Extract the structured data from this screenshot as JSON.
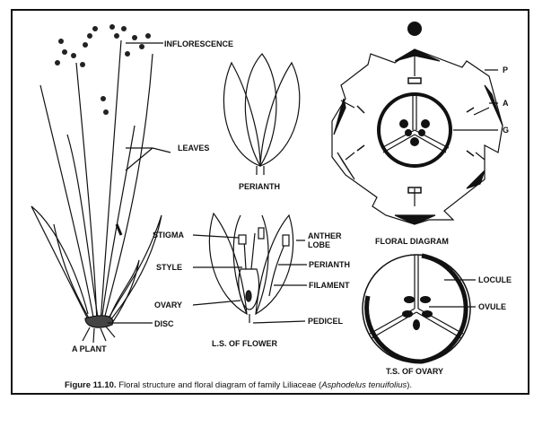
{
  "plant": {
    "inflorescence": "INFLORESCENCE",
    "leaves": "LEAVES",
    "disc": "DISC",
    "title": "A PLANT"
  },
  "perianth_view": {
    "title": "PERIANTH"
  },
  "ls_flower": {
    "stigma": "STIGMA",
    "style": "STYLE",
    "ovary": "OVARY",
    "anther_lobe_1": "ANTHER",
    "anther_lobe_2": "LOBE",
    "perianth": "PERIANTH",
    "filament": "FILAMENT",
    "pedicel": "PEDICEL",
    "title": "L.S. OF FLOWER"
  },
  "floral_diagram": {
    "p": "P",
    "a": "A",
    "g": "G",
    "title": "FLORAL DIAGRAM"
  },
  "ts_ovary": {
    "locule": "LOCULE",
    "ovule": "OVULE",
    "title": "T.S. OF OVARY"
  },
  "caption": {
    "figure": "Figure 11.10.",
    "text": " Floral structure and floral diagram of family Liliaceae (",
    "species": "Asphodelus tenuifolius",
    "end": ")."
  }
}
